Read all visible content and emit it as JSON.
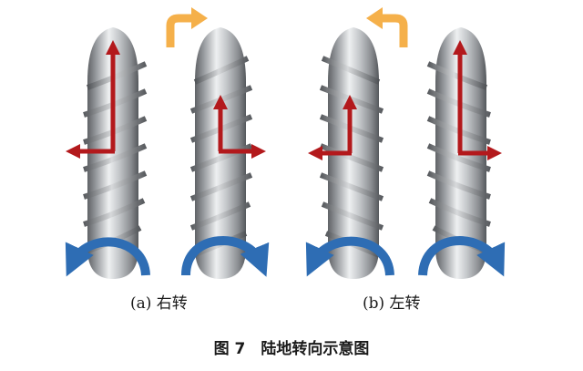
{
  "captions": {
    "a": "(a) 右转",
    "b": "(b) 左转"
  },
  "figure_title": "图 7　陆地转向示意图",
  "colors": {
    "screw_dark": "#6f7276",
    "screw_mid": "#b9bcbf",
    "screw_light": "#f2f3f4",
    "thrust_arrow": "#b3191c",
    "rotation_arrow": "#2e6db4",
    "turn_arrow": "#f5b04a"
  },
  "icons": {
    "turn_right": "turn-right-arrow-icon",
    "turn_left": "turn-left-arrow-icon",
    "rotation": "rotation-arrow-icon"
  }
}
